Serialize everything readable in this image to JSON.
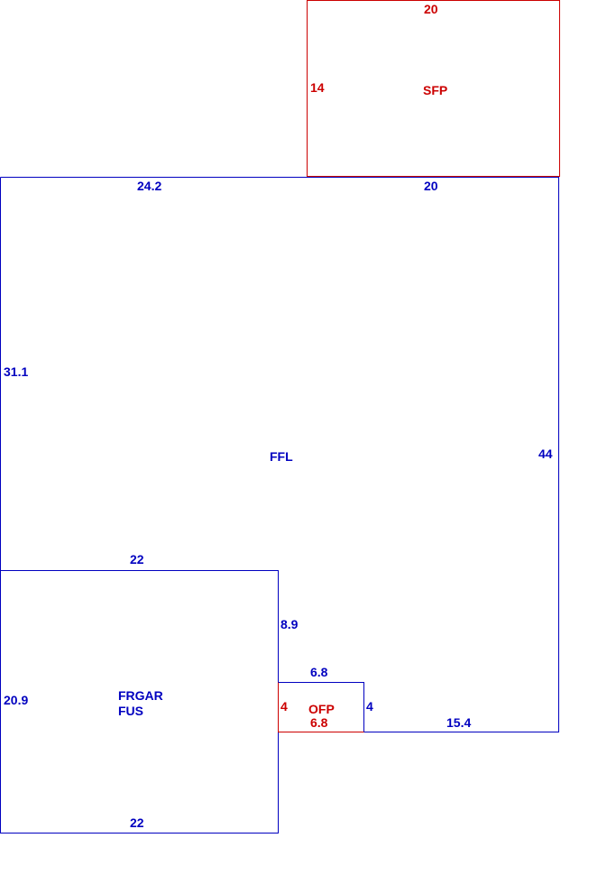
{
  "colors": {
    "blue": "#0000c0",
    "red": "#cc0000",
    "background": "#ffffff"
  },
  "areas": {
    "sfp": {
      "label": "SFP",
      "top": "20",
      "left": "14"
    },
    "ffl": {
      "label": "FFL",
      "top_left": "24.2",
      "top_right": "20",
      "left": "31.1",
      "right": "44",
      "step": "8.9",
      "bottom_right": "15.4"
    },
    "frgar": {
      "label_1": "FRGAR",
      "label_2": "FUS",
      "top": "22",
      "left": "20.9",
      "bottom": "22"
    },
    "ofp": {
      "label": "OFP",
      "top": "6.8",
      "left": "4",
      "right": "4",
      "bottom": "6.8"
    }
  }
}
